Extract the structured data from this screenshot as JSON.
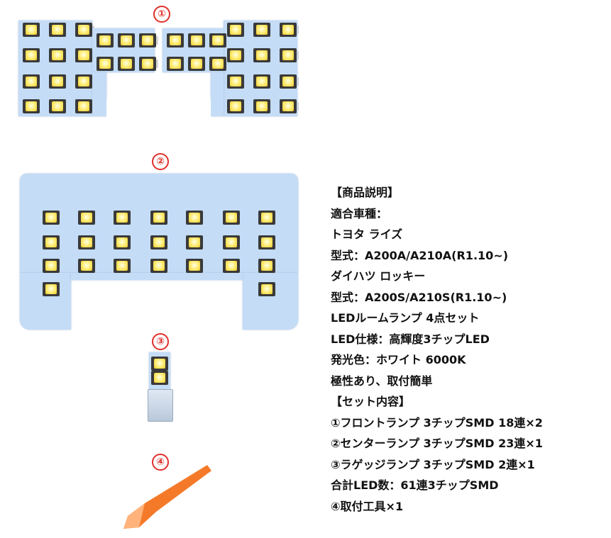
{
  "markers": [
    "①",
    "②",
    "③",
    "④"
  ],
  "description": [
    "【商品説明】",
    "適合車種：",
    "トヨタ ライズ",
    "型式：A200A/A210A(R1.10~)",
    "ダイハツ ロッキー",
    "型式：A200S/A210S(R1.10~)",
    "LEDルームランプ 4点セット",
    "LED仕様：高輝度3チップLED",
    "発光色：ホワイト 6000K",
    "極性あり、取付簡単",
    "【セット内容】",
    "①フロントランプ 3チップSMD 18連×2",
    "②センターランプ 3チップSMD 23連×1",
    "③ラゲッジランプ 3チップSMD 2連×1",
    "合計LED数：61連3チップSMD",
    "④取付工具×1"
  ],
  "colors": {
    "marker": "#e0302a",
    "pcb": "#c4dcf6",
    "tool": "#f47a2a"
  }
}
